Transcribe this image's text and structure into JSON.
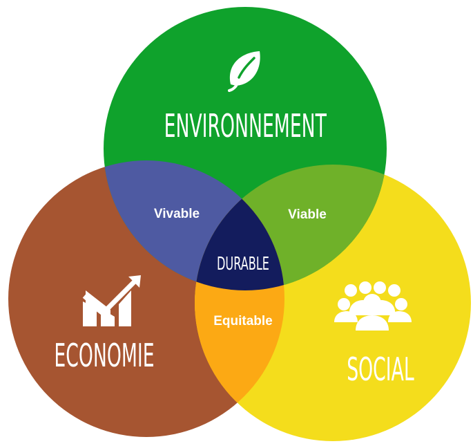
{
  "circles": {
    "environnement": {
      "label": "ENVIRONNEMENT",
      "icon": "leaf-icon",
      "color": "#0fa22c"
    },
    "economie": {
      "label": "ECONOMIE",
      "icon": "growth-chart-icon",
      "color": "#a65531"
    },
    "social": {
      "label": "SOCIAL",
      "icon": "people-group-icon",
      "color": "#f4dd1c"
    }
  },
  "overlaps": {
    "vivable": {
      "label": "Vivable",
      "color": "#4e5aa2"
    },
    "viable": {
      "label": "Viable",
      "color": "#6fb129"
    },
    "equitable": {
      "label": "Equitable",
      "color": "#fca914"
    },
    "durable": {
      "label": "DURABLE",
      "color": "#131c5d"
    }
  }
}
